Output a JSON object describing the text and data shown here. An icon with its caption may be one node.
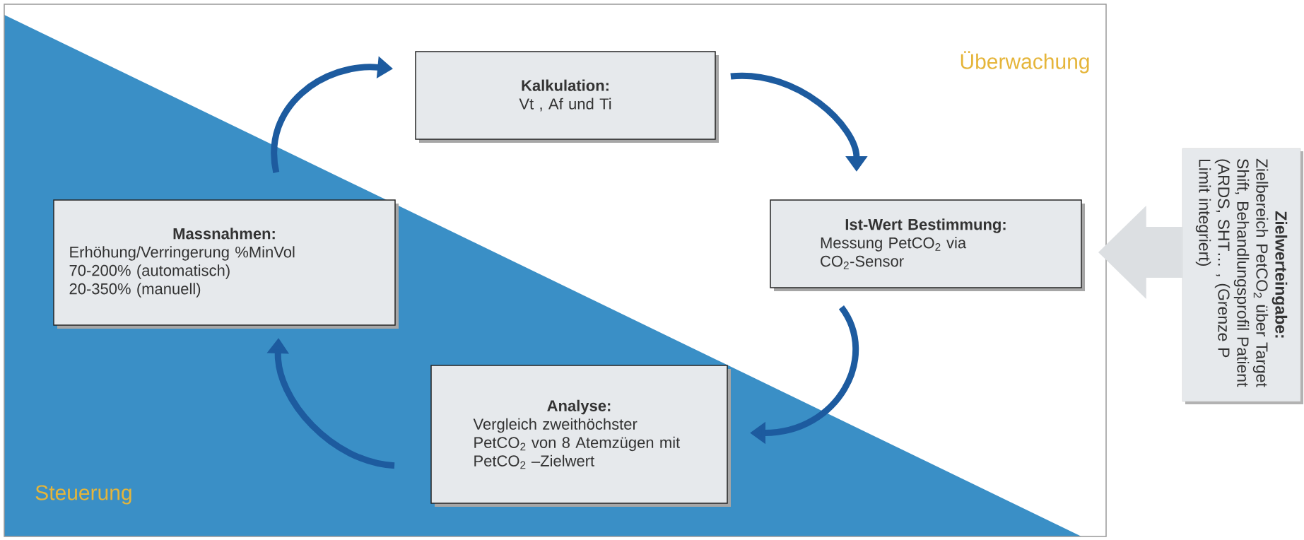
{
  "diagram": {
    "nodes": [
      {
        "text": [
          "Überwachung",
          "Steuerung"
        ]
      },
      {
        "text": [
          "Kalkulation:",
          "Vt , Af und Ti"
        ],
        "in": 0
      },
      {
        "text": [
          "Ist-Wert Bestimmung:",
          "Messung PetCO$_{2}$ via CO$_{2}$-Sensor"
        ],
        "in": 0
      },
      {
        "text": [
          "Analyse:",
          "Vergleich zweithöchster PetCO$_{2}$ von 8 Atemzügen mit PetCO$_{2}$ –Zielwert"
        ],
        "in": 0
      },
      {
        "text": [
          "Massnahmen:",
          "Erhöhung/Verringerung %MinVol",
          "70-200%  (automatisch)",
          "20-350%  (manuell)"
        ],
        "in": 0
      },
      {
        "text": [
          "Zielwerteingabe:",
          "Zielbereich PetCO$_{2}$ über Target Shift, Behandlungsprofil Patient (ARDS, SHT… , (Grenze  P Limit integriert)"
        ]
      }
    ],
    "edges": [
      {
        "from": 4,
        "to": 1,
        "arrow": "to"
      },
      {
        "from": 1,
        "to": 2,
        "arrow": "to"
      },
      {
        "from": 2,
        "to": 3,
        "arrow": "to"
      },
      {
        "from": 3,
        "to": 4,
        "arrow": "to"
      },
      {
        "from": 5,
        "to": 0,
        "arrow": "to",
        "style": "thick",
        "color": "#dcdfe2"
      }
    ]
  }
}
